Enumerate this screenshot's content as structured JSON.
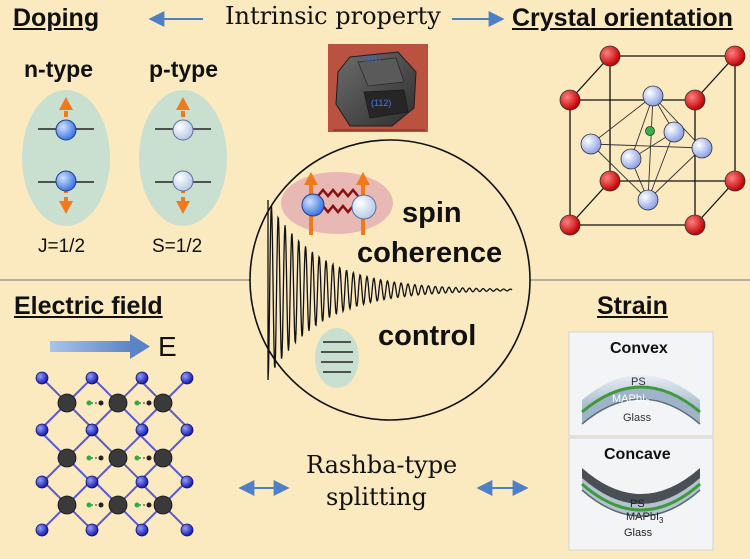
{
  "top": {
    "intrinsic": "Intrinsic property",
    "doping": "Doping",
    "crystal": "Crystal orientation",
    "crystal_facets": [
      "(001)",
      "(112)"
    ]
  },
  "doping": {
    "n_type": "n-type",
    "p_type": "p-type",
    "j_label": "J=1/2",
    "s_label": "S=1/2"
  },
  "center": {
    "spin": "spin",
    "coherence": "coherence",
    "control": "control"
  },
  "bottom": {
    "electric": "Electric field",
    "e_symbol": "E",
    "strain": "Strain",
    "rashba_1": "Rashba-type",
    "rashba_2": "splitting"
  },
  "strain": {
    "convex": "Convex",
    "concave": "Concave",
    "ps": "PS",
    "mapbi": "MAPbI",
    "mapbi_sub": "3",
    "glass": "Glass"
  },
  "colors": {
    "background": "#fbe9c0",
    "arrow_blue": "#5a84c6",
    "orange": "#f07a1a",
    "blob": "#c9e0d0",
    "red_atom": "#d40000",
    "blue_atom": "#2c2cc8"
  }
}
